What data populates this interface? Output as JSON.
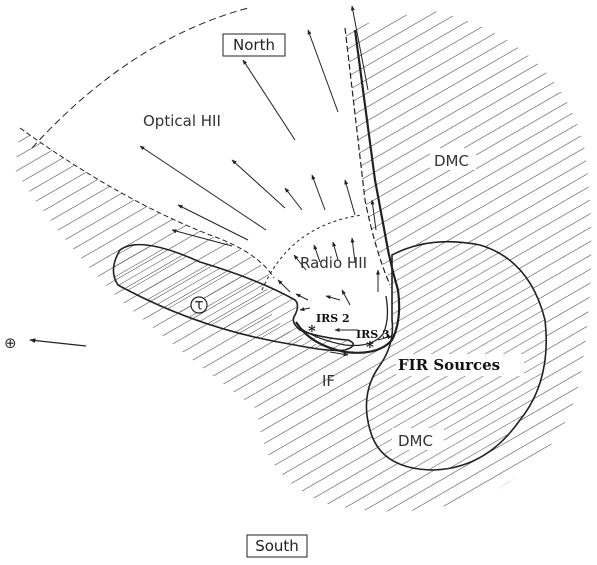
{
  "labels": {
    "north": "North",
    "south": "South",
    "optical_hii": "Optical HII",
    "radio_hii": "Radio HII",
    "dmc_top": "DMC",
    "dmc_inner": "DMC",
    "fir_sources": "FIR Sources",
    "irs2": "IRS 2",
    "irs3": "IRS 3",
    "if_label": "IF",
    "tau_symbol": "τ",
    "earth_symbol": "⊕"
  },
  "colors": {
    "ink": "#222222",
    "background": "#ffffff"
  }
}
